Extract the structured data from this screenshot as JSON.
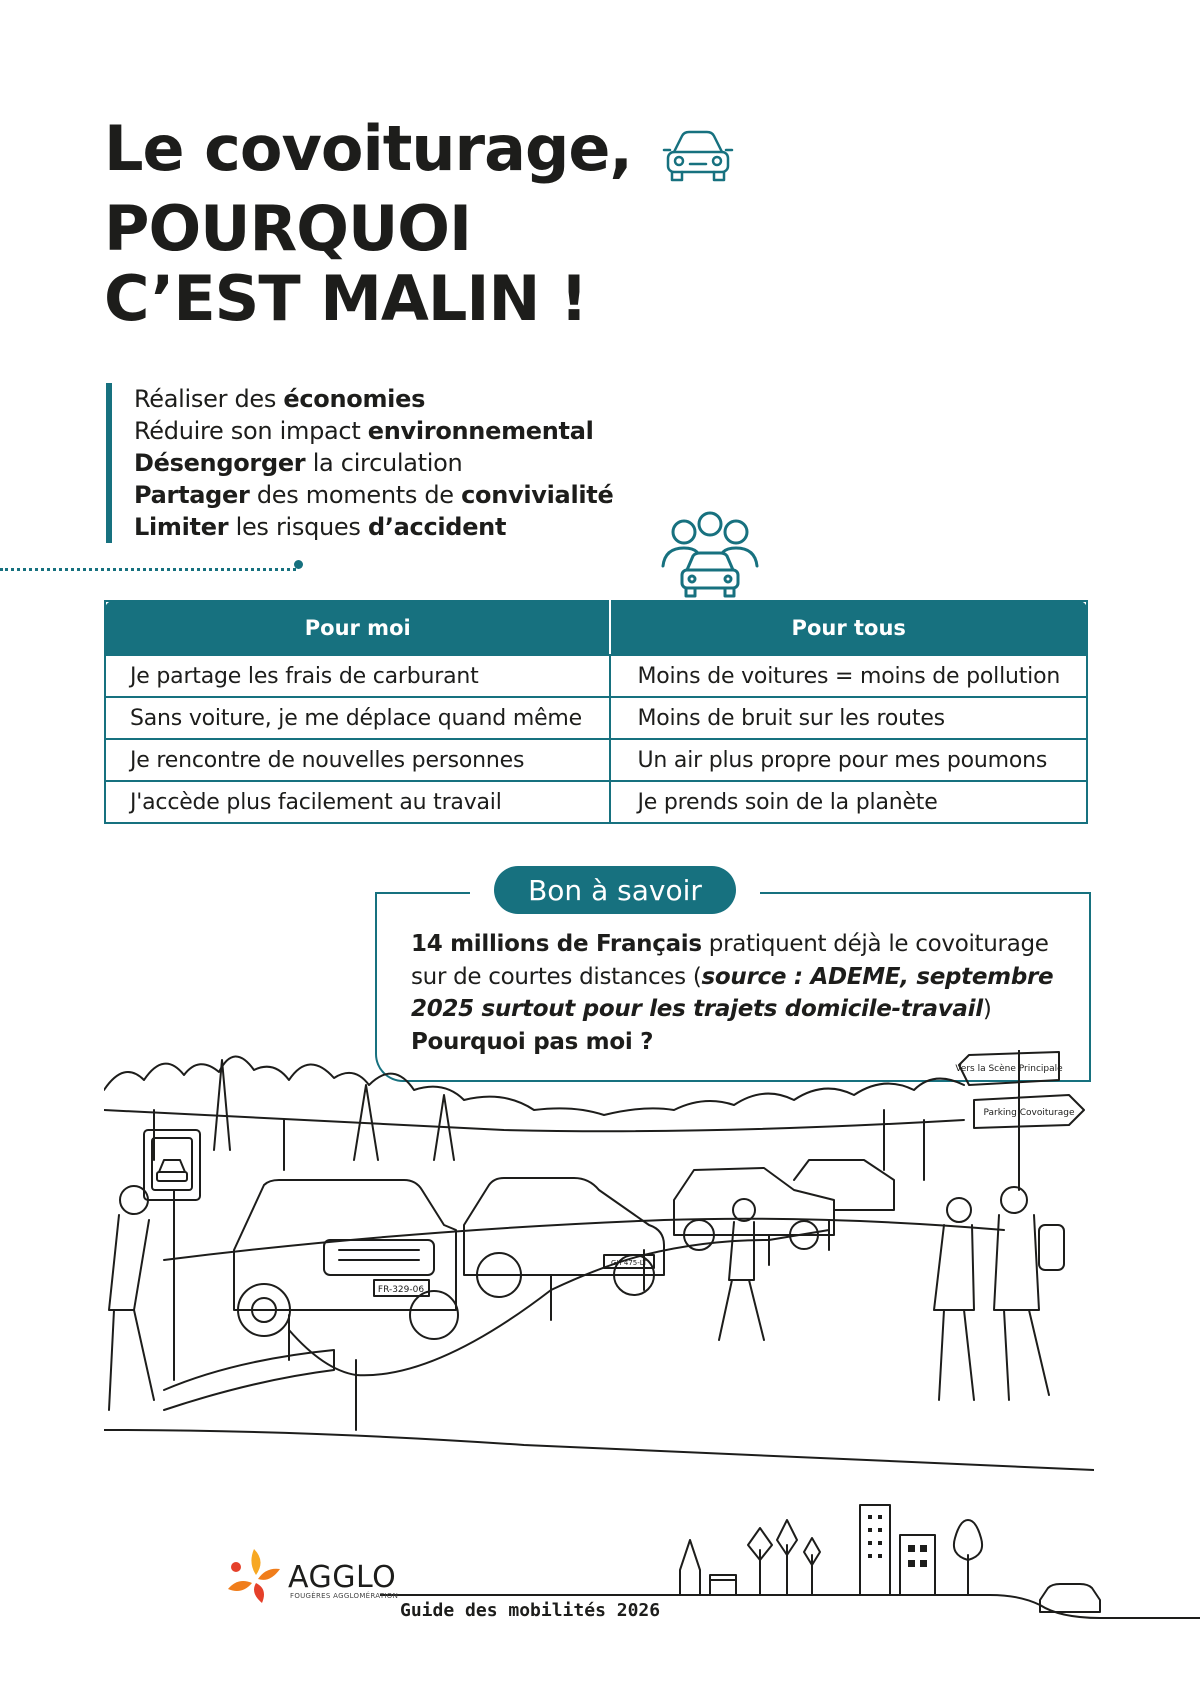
{
  "title": {
    "line1": "Le covoiturage,",
    "line2": "POURQUOI",
    "line3": "C’EST MALIN !"
  },
  "benefits": [
    {
      "pre": "Réaliser des ",
      "bold": "économies",
      "post": ""
    },
    {
      "pre": "Réduire son impact ",
      "bold": "environnemental",
      "post": ""
    },
    {
      "pre": "",
      "bold": "Désengorger",
      "post": " la circulation"
    },
    {
      "pre": "",
      "bold": "Partager",
      "post": " des moments de ",
      "bold2": "convivialité"
    },
    {
      "pre": "",
      "bold": "Limiter",
      "post": " les risques ",
      "bold2": "d’accident"
    }
  ],
  "table": {
    "headers": [
      "Pour moi",
      "Pour tous"
    ],
    "rows": [
      [
        "Je partage les frais de carburant",
        "Moins de voitures = moins de pollution"
      ],
      [
        "Sans voiture, je me déplace quand même",
        "Moins de bruit sur les routes"
      ],
      [
        "Je rencontre de nouvelles personnes",
        "Un air plus propre pour mes poumons"
      ],
      [
        "J'accède plus facilement au travail",
        "Je prends soin de la planète"
      ]
    ]
  },
  "tip": {
    "badge": "Bon à savoir",
    "bold_lead": "14 millions de Français",
    "text1": " pratiquent déjà le covoiturage sur de courtes distances (",
    "source": "source : ADEME, septembre 2025 surtout pour les trajets domicile-travail",
    "text2": ")",
    "question": "Pourquoi pas moi ?"
  },
  "illustration": {
    "sign_top": "Vers la Scène Principale",
    "sign_bottom": "Parking Covoiturage",
    "plate1": "FR-329-06",
    "plate2": "GH 475-LT"
  },
  "footer": {
    "logo_name": "AGGLO",
    "logo_sub": "FOUGÈRES AGGLOMÉRATION",
    "guide": "Guide des mobilités 2026"
  },
  "colors": {
    "accent": "#17717f",
    "text": "#1d1d1b",
    "logo_orange": "#f07d1b",
    "logo_red": "#e5402a"
  }
}
